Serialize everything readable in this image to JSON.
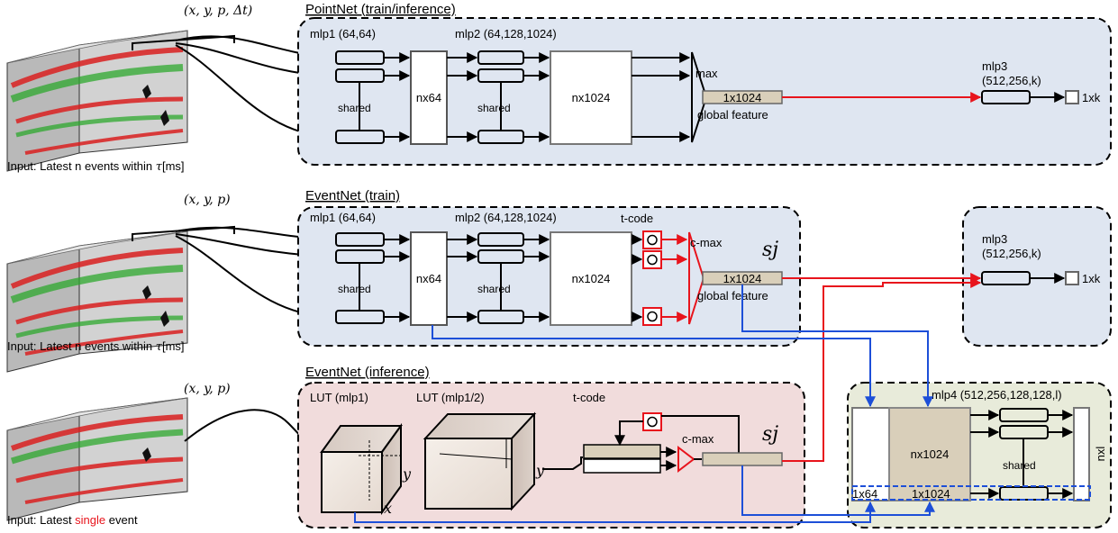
{
  "colors": {
    "blue_panel": "#dfe6f1",
    "pink_panel": "#f1dcdc",
    "green_panel": "#e8ebda",
    "feature_fill": "#d9cfba",
    "red_arrow": "#e8141c",
    "blue_arrow": "#1d4fd8"
  },
  "inputs": {
    "in1": {
      "tuple": "(x, y, p, Δt)",
      "caption_pre": "Input: Latest n events within ",
      "caption_tau": "τ",
      "caption_post": "[ms]"
    },
    "in2": {
      "tuple": "(x, y, p)",
      "caption_pre": "Input: Latest n events within ",
      "caption_tau": "τ",
      "caption_post": "[ms]"
    },
    "in3": {
      "tuple": "(x, y, p)",
      "caption_pre": "Input: Latest ",
      "caption_red": "single",
      "caption_post": " event"
    }
  },
  "pointnet": {
    "title": "PointNet (train/inference)",
    "mlp1": "mlp1 (64,64)",
    "mlp2": "mlp2 (64,128,1024)",
    "shared1": "shared",
    "shared2": "shared",
    "nx64": "nx64",
    "nx1024": "nx1024",
    "max": "max",
    "feature": "1x1024",
    "global": "global feature",
    "mlp3_a": "mlp3",
    "mlp3_b": "(512,256,k)",
    "out": "1xk"
  },
  "eventnet_train": {
    "title": "EventNet (train)",
    "mlp1": "mlp1 (64,64)",
    "mlp2": "mlp2 (64,128,1024)",
    "tcode": "t-code",
    "cmax": "c-max",
    "sj": "sj",
    "shared1": "shared",
    "shared2": "shared",
    "nx64": "nx64",
    "nx1024": "nx1024",
    "feature": "1x1024",
    "global": "global feature",
    "mlp3_a": "mlp3",
    "mlp3_b": "(512,256,k)",
    "out": "1xk"
  },
  "eventnet_inf": {
    "title": "EventNet  (inference)",
    "lut1": "LUT (mlp1)",
    "lut2": "LUT (mlp1/2)",
    "tcode": "t-code",
    "cmax": "c-max",
    "sj": "sj",
    "axis_x": "x",
    "axis_y": "y"
  },
  "segmentation": {
    "mlp4": "mlp4 (512,256,128,128,l)",
    "nx1024": "nx1024",
    "shared": "shared",
    "bottom_a": "1x64",
    "bottom_b": "1x1024",
    "nxl": "nxl"
  }
}
